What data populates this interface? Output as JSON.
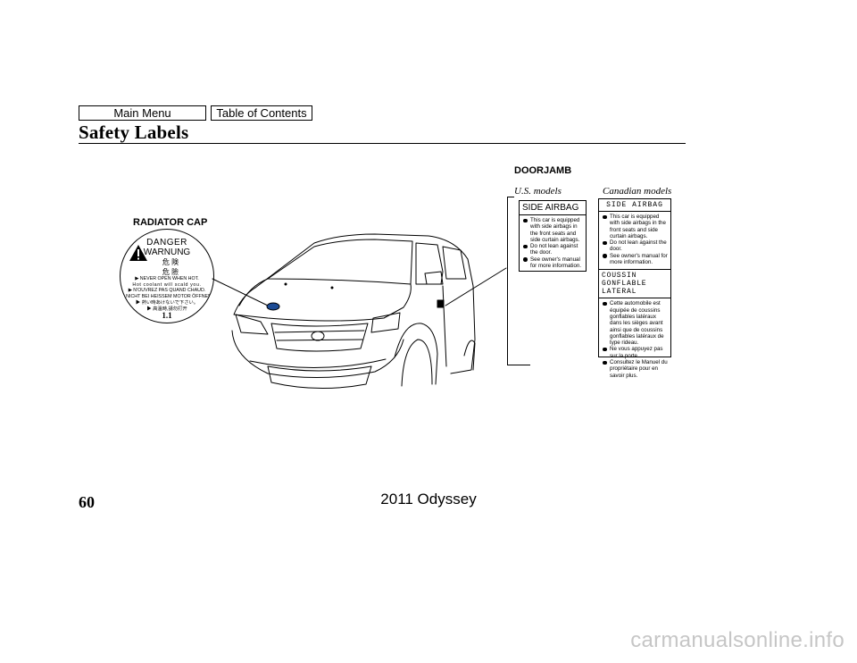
{
  "nav": {
    "main_menu": "Main Menu",
    "table_of_contents": "Table of Contents"
  },
  "header": {
    "title": "Safety Labels"
  },
  "labels": {
    "doorjamb": "DOORJAMB",
    "us_models": "U.S. models",
    "canadian_models": "Canadian models",
    "radiator_cap": "RADIATOR CAP"
  },
  "us_label": {
    "heading": "SIDE AIRBAG",
    "items": [
      "This car is equipped with side airbags in the front seats and side curtain airbags.",
      "Do not lean against the door.",
      "See owner's manual for more information."
    ]
  },
  "canadian_label": {
    "heading": "SIDE AIRBAG",
    "items_en": [
      "This car is equipped with side airbags in the front seats and side curtain airbags.",
      "Do not lean against the door.",
      "See owner's manual for more information."
    ],
    "heading_fr": "COUSSIN GONFLABLE LATERAL",
    "items_fr": [
      "Cette automobile est équipée de coussins gonflables latéraux dans les sièges avant ainsi que de coussins gonflables latéraux de type rideau.",
      "Ne vous appuyez pas sur la porte.",
      "Consultez le Manuel du propriétaire pour en savoir plus."
    ]
  },
  "radiator": {
    "danger": "DANGER",
    "warnung": "WARNUNG",
    "kanji_1": "危  険",
    "kanji_2": "危  險",
    "line_1": "NEVER OPEN WHEN HOT.",
    "line_2": "Hot coolant will scald you.",
    "line_3": "N'OUVREZ PAS QUAND CHAUD.",
    "line_4": "NICHT BEI HEISSEM MOTOR ÖFFNEN.",
    "line_5": "熱い時あけないで下さい。",
    "line_6": "高溫時,請勿打开",
    "rating": "1.1"
  },
  "footer": {
    "page_number": "60",
    "model": "2011 Odyssey",
    "watermark": "carmanualsonline.info"
  }
}
